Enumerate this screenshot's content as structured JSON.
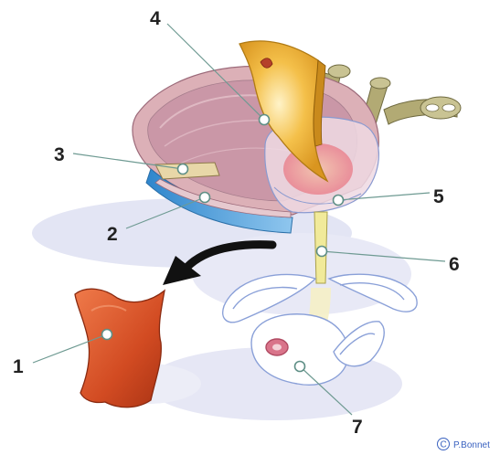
{
  "figure": {
    "callouts": [
      {
        "id": "1",
        "label": "1"
      },
      {
        "id": "2",
        "label": "2"
      },
      {
        "id": "3",
        "label": "3"
      },
      {
        "id": "4",
        "label": "4"
      },
      {
        "id": "5",
        "label": "5"
      },
      {
        "id": "6",
        "label": "6"
      },
      {
        "id": "7",
        "label": "7"
      }
    ],
    "credit": {
      "symbol": "C",
      "author": "P.Bonnet"
    }
  },
  "colors": {
    "bladder_wall": "#d9a7b0",
    "bladder_inner": "#c98fa2",
    "detrusor_blue": "#3f9ad6",
    "trigone_yellow": "#f0b43a",
    "ureter_olive": "#a9a06a",
    "muscle_red": "#d9552a",
    "prostate_outline": "#8aa0d8",
    "shadow": "#e2e4f3",
    "arrow": "#111111"
  }
}
